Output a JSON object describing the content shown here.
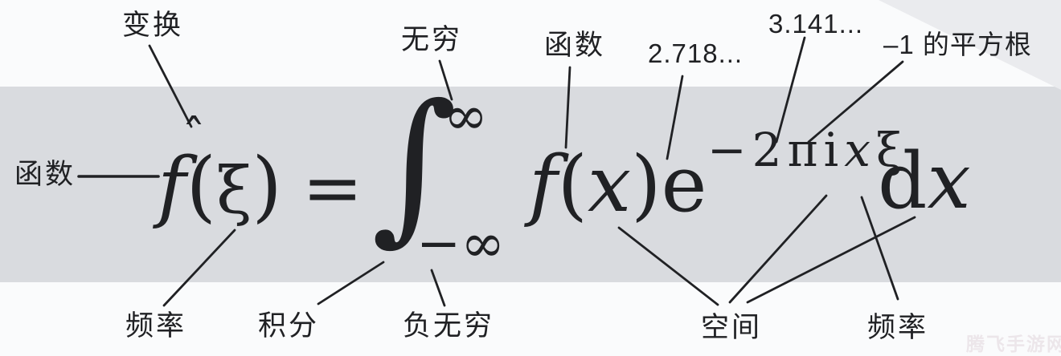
{
  "colors": {
    "background": "#fafbfc",
    "band": "#d9dbdf",
    "corner": "#eaebee",
    "ink": "#202124"
  },
  "annotations": {
    "transform": "变换",
    "function_left": "函数",
    "infinity": "无穷",
    "function_top": "函数",
    "e_value": "2.718...",
    "pi_value": "3.141...",
    "sqrt_of_minus_one": "–1 的平方根",
    "frequency_left": "频率",
    "integral_label": "积分",
    "negative_infinity": "负无穷",
    "space": "空间",
    "frequency_right": "频率"
  },
  "formula": {
    "hat": "ˆ",
    "f": "f",
    "open_paren": "(",
    "xi": "ξ",
    "close_paren": ")",
    "equals": "=",
    "integral": "∫",
    "upper_limit": "∞",
    "lower_limit": "−∞",
    "integrand_f": "f",
    "integrand_open": "(",
    "integrand_x": "x",
    "integrand_close": ")",
    "euler_e": "e",
    "exp_minus_two": "−2",
    "exp_pi": "π",
    "exp_i": "i",
    "exp_x": "x",
    "exp_xi": "ξ",
    "differential_d": "d",
    "differential_x": "x"
  },
  "watermark": {
    "text": "腾飞手游网"
  }
}
